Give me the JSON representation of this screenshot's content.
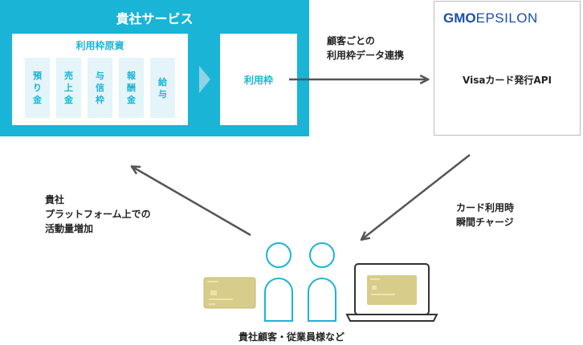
{
  "service": {
    "title": "貴社サービス",
    "source_title": "利用枠原資",
    "source_items": [
      "預り金",
      "売上金",
      "与信枠",
      "報酬金",
      "給与"
    ],
    "credit_label": "利用枠"
  },
  "gmo": {
    "logo_gmo": "GMO",
    "logo_epsilon": "EPSILON",
    "api_label": "Visaカード発行API"
  },
  "flows": {
    "data_link": "顧客ごとの\n利用枠データ連携",
    "instant_charge": "カード利用時\n瞬間チャージ",
    "activity": "貴社\nプラットフォーム上での\n活動量増加"
  },
  "users": {
    "label": "貴社顧客・従業員様など"
  },
  "colors": {
    "accent": "#1ab4d6",
    "arrow": "#555555",
    "card": "#d8cc8a"
  },
  "icons": [
    "arrow-right-icon",
    "person-icon",
    "card-icon",
    "laptop-icon"
  ]
}
